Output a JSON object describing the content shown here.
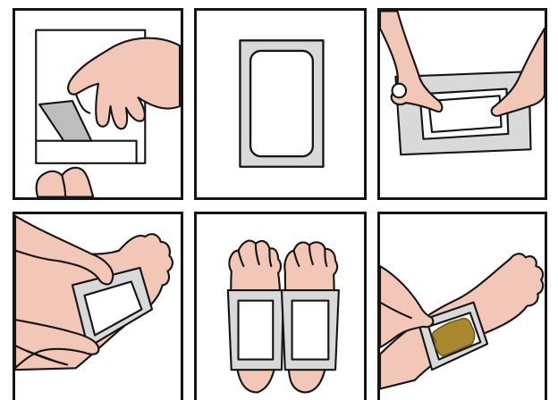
{
  "colors": {
    "skin": "#f2c7b8",
    "outline": "#151515",
    "patch_backing": "#d9d9d9",
    "patch_white": "#ffffff",
    "stain": "#a9882f",
    "peel": "#bdbdbd"
  },
  "panels": [
    {
      "step": 1,
      "depicts": "peel-backing"
    },
    {
      "step": 2,
      "depicts": "patch"
    },
    {
      "step": 3,
      "depicts": "apply-adhesive-sheet"
    },
    {
      "step": 4,
      "depicts": "stick-to-sole"
    },
    {
      "step": 5,
      "depicts": "patches-on-both-feet"
    },
    {
      "step": 6,
      "depicts": "used-patch-removal"
    }
  ]
}
